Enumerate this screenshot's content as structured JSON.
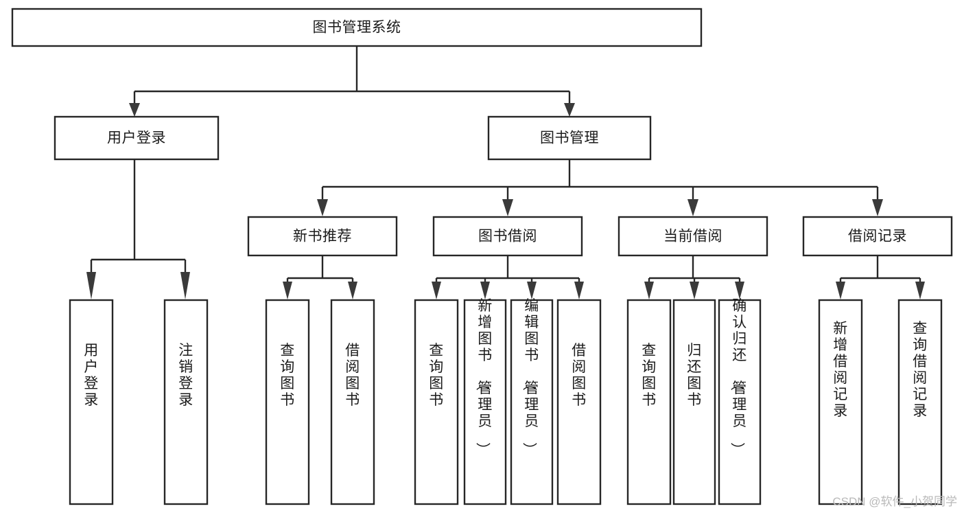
{
  "diagram": {
    "title": "图书管理系统",
    "type": "tree",
    "orientation": "top-down",
    "colors": {
      "box_fill": "#ffffff",
      "box_stroke": "#262626",
      "connector": "#262626",
      "arrow": "#3a3a3a",
      "text": "#1b1b1b",
      "watermark": "#b9b9b9",
      "background": "#ffffff"
    },
    "root": {
      "id": "root",
      "label": "图书管理系统",
      "orientation": "horizontal"
    },
    "level2": [
      {
        "id": "user-login",
        "label": "用户登录",
        "orientation": "horizontal"
      },
      {
        "id": "book-manage",
        "label": "图书管理",
        "orientation": "horizontal"
      }
    ],
    "level3": [
      {
        "id": "new-book-recommend",
        "label": "新书推荐",
        "orientation": "horizontal",
        "parent": "book-manage"
      },
      {
        "id": "book-borrow",
        "label": "图书借阅",
        "orientation": "horizontal",
        "parent": "book-manage"
      },
      {
        "id": "current-borrow",
        "label": "当前借阅",
        "orientation": "horizontal",
        "parent": "book-manage"
      },
      {
        "id": "borrow-record",
        "label": "借阅记录",
        "orientation": "horizontal",
        "parent": "book-manage"
      }
    ],
    "leaves": [
      {
        "id": "leaf-user-login",
        "label": "用户登录",
        "orientation": "vertical",
        "parent": "user-login"
      },
      {
        "id": "leaf-logout-login",
        "label": "注销登录",
        "orientation": "vertical",
        "parent": "user-login"
      },
      {
        "id": "leaf-query-book-1",
        "label": "查询图书",
        "orientation": "vertical",
        "parent": "new-book-recommend"
      },
      {
        "id": "leaf-borrow-book-1",
        "label": "借阅图书",
        "orientation": "vertical",
        "parent": "new-book-recommend"
      },
      {
        "id": "leaf-query-book-2",
        "label": "查询图书",
        "orientation": "vertical",
        "parent": "book-borrow"
      },
      {
        "id": "leaf-add-book",
        "label": "新增图书（管理员）",
        "orientation": "vertical",
        "parent": "book-borrow"
      },
      {
        "id": "leaf-edit-book",
        "label": "编辑图书（管理员）",
        "orientation": "vertical",
        "parent": "book-borrow"
      },
      {
        "id": "leaf-borrow-book-2",
        "label": "借阅图书",
        "orientation": "vertical",
        "parent": "book-borrow"
      },
      {
        "id": "leaf-query-book-3",
        "label": "查询图书",
        "orientation": "vertical",
        "parent": "current-borrow"
      },
      {
        "id": "leaf-return-book",
        "label": "归还图书",
        "orientation": "vertical",
        "parent": "current-borrow"
      },
      {
        "id": "leaf-confirm-return",
        "label": "确认归还（管理员）",
        "orientation": "vertical",
        "parent": "current-borrow"
      },
      {
        "id": "leaf-add-borrow-record",
        "label": "新增借阅记录",
        "orientation": "vertical",
        "parent": "borrow-record"
      },
      {
        "id": "leaf-query-borrow-record",
        "label": "查询借阅记录",
        "orientation": "vertical",
        "parent": "borrow-record"
      }
    ]
  },
  "watermark": {
    "text": "CSDN @软件_小贺同学"
  }
}
